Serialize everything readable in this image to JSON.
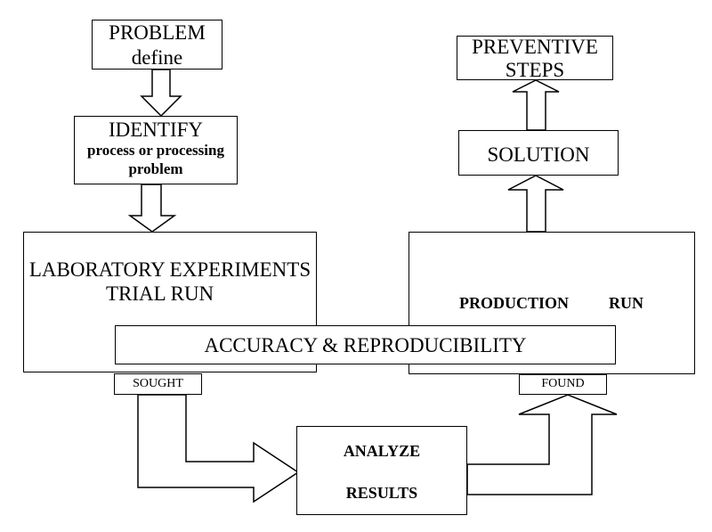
{
  "problem": {
    "line1": "PROBLEM",
    "line2": "define"
  },
  "identify": {
    "title": "IDENTIFY",
    "line2": "process or processing",
    "line3": "problem"
  },
  "lab": {
    "line1": "LABORATORY EXPERIMENTS",
    "line2": "TRIAL RUN"
  },
  "accuracy": {
    "label": "ACCURACY & REPRODUCIBILITY"
  },
  "sought": {
    "label": "SOUGHT"
  },
  "found": {
    "label": "FOUND"
  },
  "analyze": {
    "line1": "ANALYZE",
    "line2": "RESULTS"
  },
  "production": {
    "word1": "PRODUCTION",
    "word2": "RUN"
  },
  "solution": {
    "label": "SOLUTION"
  },
  "preventive": {
    "line1": "PREVENTIVE",
    "line2": "STEPS"
  }
}
